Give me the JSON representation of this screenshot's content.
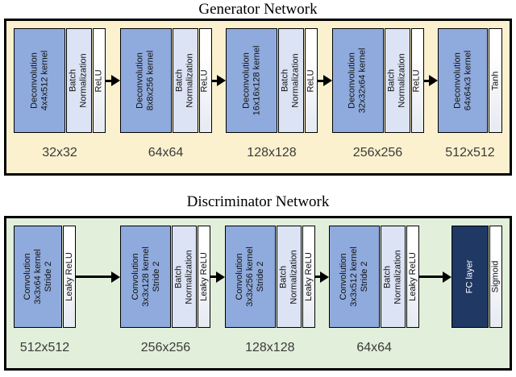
{
  "generator": {
    "title": "Generator Network",
    "blocks": [
      {
        "layers": [
          {
            "name": "deconvolution",
            "label": "Deconvolution\n4x4x512 kernel"
          },
          {
            "name": "batch-normalization",
            "label": "Batch\nNormalization"
          },
          {
            "name": "activation",
            "label": "ReLU"
          }
        ],
        "output_size": "32x32"
      },
      {
        "layers": [
          {
            "name": "deconvolution",
            "label": "Deconvolution\n8x8x256 kernel"
          },
          {
            "name": "batch-normalization",
            "label": "Batch\nNormalization"
          },
          {
            "name": "activation",
            "label": "ReLU"
          }
        ],
        "output_size": "64x64"
      },
      {
        "layers": [
          {
            "name": "deconvolution",
            "label": "Deconvolution\n16x16x128 kernel"
          },
          {
            "name": "batch-normalization",
            "label": "Batch\nNormalization"
          },
          {
            "name": "activation",
            "label": "ReLU"
          }
        ],
        "output_size": "128x128"
      },
      {
        "layers": [
          {
            "name": "deconvolution",
            "label": "Deconvolution\n32x32x64 kernel"
          },
          {
            "name": "batch-normalization",
            "label": "Batch\nNormalization"
          },
          {
            "name": "activation",
            "label": "ReLU"
          }
        ],
        "output_size": "256x256"
      },
      {
        "layers": [
          {
            "name": "deconvolution",
            "label": "Deconvolution\n64x64x3 kernel"
          },
          {
            "name": "activation",
            "label": "Tanh"
          }
        ],
        "output_size": "512x512"
      }
    ]
  },
  "discriminator": {
    "title": "Discriminator Network",
    "blocks": [
      {
        "layers": [
          {
            "name": "convolution",
            "label": "Convolution\n3x3x64 kernel\nStride 2"
          },
          {
            "name": "activation",
            "label": "Leaky ReLU"
          }
        ],
        "output_size": "512x512"
      },
      {
        "layers": [
          {
            "name": "convolution",
            "label": "Convolution\n3x3x128 kernel\nStride 2"
          },
          {
            "name": "batch-normalization",
            "label": "Batch\nNormalization"
          },
          {
            "name": "activation",
            "label": "Leaky ReLU"
          }
        ],
        "output_size": "256x256"
      },
      {
        "layers": [
          {
            "name": "convolution",
            "label": "Convolution\n3x3x256 kernel\nStride 2"
          },
          {
            "name": "batch-normalization",
            "label": "Batch\nNormalization"
          },
          {
            "name": "activation",
            "label": "Leaky ReLU"
          }
        ],
        "output_size": "128x128"
      },
      {
        "layers": [
          {
            "name": "convolution",
            "label": "Convolution\n3x3x512 kernel\nStride 2"
          },
          {
            "name": "batch-normalization",
            "label": "Batch\nNormalization"
          },
          {
            "name": "activation",
            "label": "Leaky ReLU"
          }
        ],
        "output_size": "64x64"
      },
      {
        "layers": [
          {
            "name": "fully-connected",
            "label": "FC layer"
          },
          {
            "name": "activation",
            "label": "Sigmoid"
          }
        ]
      }
    ]
  },
  "colors": {
    "generator_background": "#FBF1CF",
    "discriminator_background": "#E2EFDA",
    "conv_deconv_fill": "#8FAADC",
    "batch_norm_fill": "#DCE3F5",
    "activation_fill": "#FFFFFF",
    "fc_layer_fill": "#1F3864",
    "border": "#000000"
  }
}
